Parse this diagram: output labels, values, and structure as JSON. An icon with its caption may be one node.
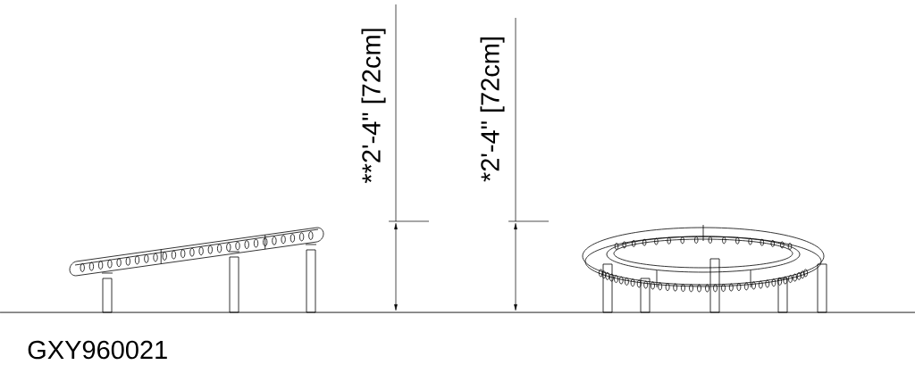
{
  "diagram": {
    "labels": [
      "**2'-4\" [72cm]",
      "*2'-4\" [72cm]",
      "GXY960021"
    ]
  }
}
